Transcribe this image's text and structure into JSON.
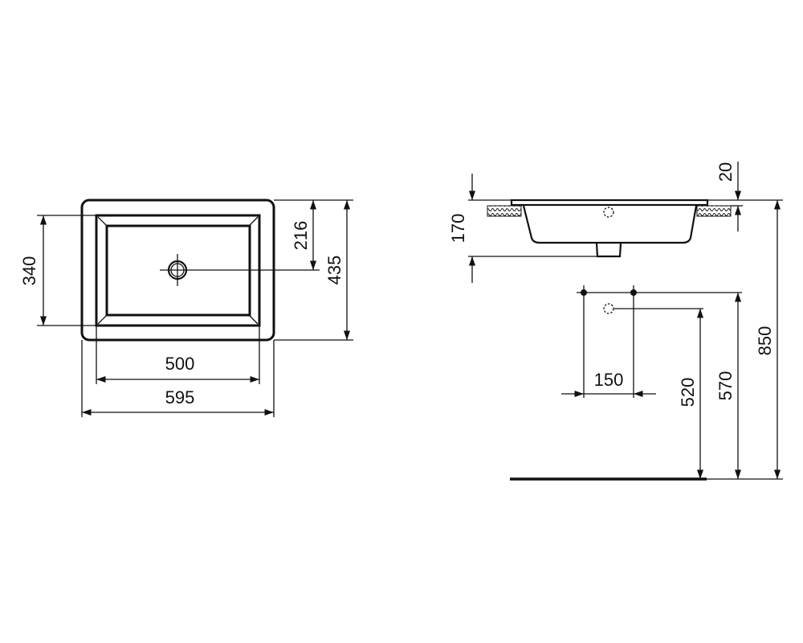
{
  "diagram": {
    "type": "technical-drawing",
    "subject": "undercounter washbasin dimensions",
    "plan_view": {
      "dimensions": {
        "outer_width": "595",
        "inner_width": "500",
        "outer_depth": "435",
        "inner_depth": "340",
        "drain_offset": "216"
      }
    },
    "side_view": {
      "dimensions": {
        "basin_height": "170",
        "rim_thickness": "20",
        "top_height": "850",
        "tap_height": "570",
        "waste_height": "520",
        "tap_spacing": "150"
      }
    },
    "colors": {
      "line": "#111111",
      "background": "#ffffff"
    }
  }
}
